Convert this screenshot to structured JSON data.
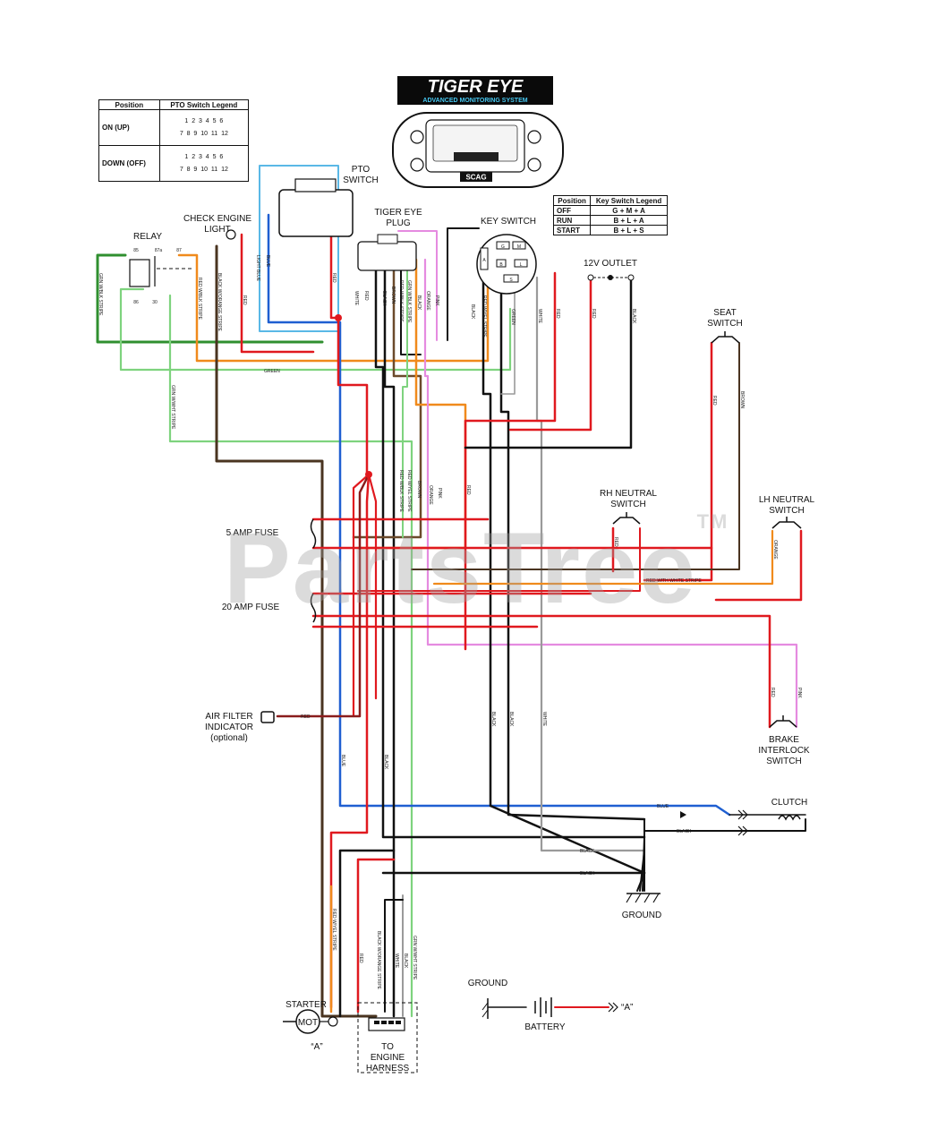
{
  "logo": {
    "title": "TIGER EYE",
    "subtitle": "ADVANCED MONITORING SYSTEM"
  },
  "display_badge": "SCAG",
  "pto_legend": {
    "headers": [
      "Position",
      "PTO Switch Legend"
    ],
    "rows": [
      {
        "position": "ON (UP)",
        "top": [
          "1",
          "2",
          "3",
          "4",
          "5",
          "6"
        ],
        "bottom": [
          "7",
          "8",
          "9",
          "10",
          "11",
          "12"
        ]
      },
      {
        "position": "DOWN (OFF)",
        "top": [
          "1",
          "2",
          "3",
          "4",
          "5",
          "6"
        ],
        "bottom": [
          "7",
          "8",
          "9",
          "10",
          "11",
          "12"
        ]
      }
    ]
  },
  "key_legend": {
    "headers": [
      "Position",
      "Key Switch Legend"
    ],
    "rows": [
      {
        "position": "OFF",
        "value": "G + M + A"
      },
      {
        "position": "RUN",
        "value": "B + L + A"
      },
      {
        "position": "START",
        "value": "B + L + S"
      }
    ]
  },
  "components": {
    "relay": "RELAY",
    "relay_pins": [
      "85",
      "87a",
      "87",
      "86",
      "30"
    ],
    "check_engine": [
      "CHECK ENGINE",
      "LIGHT"
    ],
    "pto_switch": [
      "PTO",
      "SWITCH"
    ],
    "tiger_eye_plug": [
      "TIGER EYE",
      "PLUG"
    ],
    "key_switch": "KEY SWITCH",
    "key_pins": [
      "G",
      "M",
      "B",
      "L",
      "A",
      "S"
    ],
    "outlet": "12V OUTLET",
    "seat_switch": [
      "SEAT",
      "SWITCH"
    ],
    "rh_neutral": [
      "RH NEUTRAL",
      "SWITCH"
    ],
    "lh_neutral": [
      "LH NEUTRAL",
      "SWITCH"
    ],
    "fuse5": "5 AMP FUSE",
    "fuse20": "20 AMP FUSE",
    "air_filter": [
      "AIR FILTER",
      "INDICATOR",
      "(optional)"
    ],
    "brake": [
      "BRAKE",
      "INTERLOCK",
      "SWITCH"
    ],
    "clutch": "CLUTCH",
    "ground1": "GROUND",
    "ground2": "GROUND",
    "battery": "BATTERY",
    "battery_ref": "“A”",
    "starter": "STARTER",
    "starter_mot": "MOT",
    "starter_ref": "“A”",
    "engine_harness": [
      "TO",
      "ENGINE",
      "HARNESS"
    ]
  },
  "wire_labels": {
    "grn_wblk": "GRN W/BLK STRIPE",
    "red_wblk": "RED W/BLK STRIPE",
    "blk_worange": "BLACK W/ORANGE STRIPE",
    "red": "RED",
    "light_blue": "LIGHT BLUE",
    "blue": "BLUE",
    "white": "WHITE",
    "black": "BLACK",
    "green": "GREEN",
    "grn_wht": "GRN W/WHT STRIPE",
    "pink": "PINK",
    "orange": "ORANGE",
    "brown": "BROWN",
    "red_wyel": "RED W/YEL STRIPE",
    "red_wwht": "RED WITH WHITE STRIPE"
  },
  "watermark": {
    "text": "PartsTree",
    "tm": "TM"
  },
  "colors": {
    "red": "#e0191f",
    "black": "#111111",
    "blue": "#1f5fd1",
    "light_blue": "#5ab8e6",
    "green": "#2f8f2f",
    "light_green": "#7ed37e",
    "orange": "#f08a1c",
    "pink": "#e58be0",
    "brown": "#6b4a2b",
    "dark_brown": "#4a3420",
    "grey": "#9a9a9a",
    "maroon": "#8a1c1c"
  }
}
